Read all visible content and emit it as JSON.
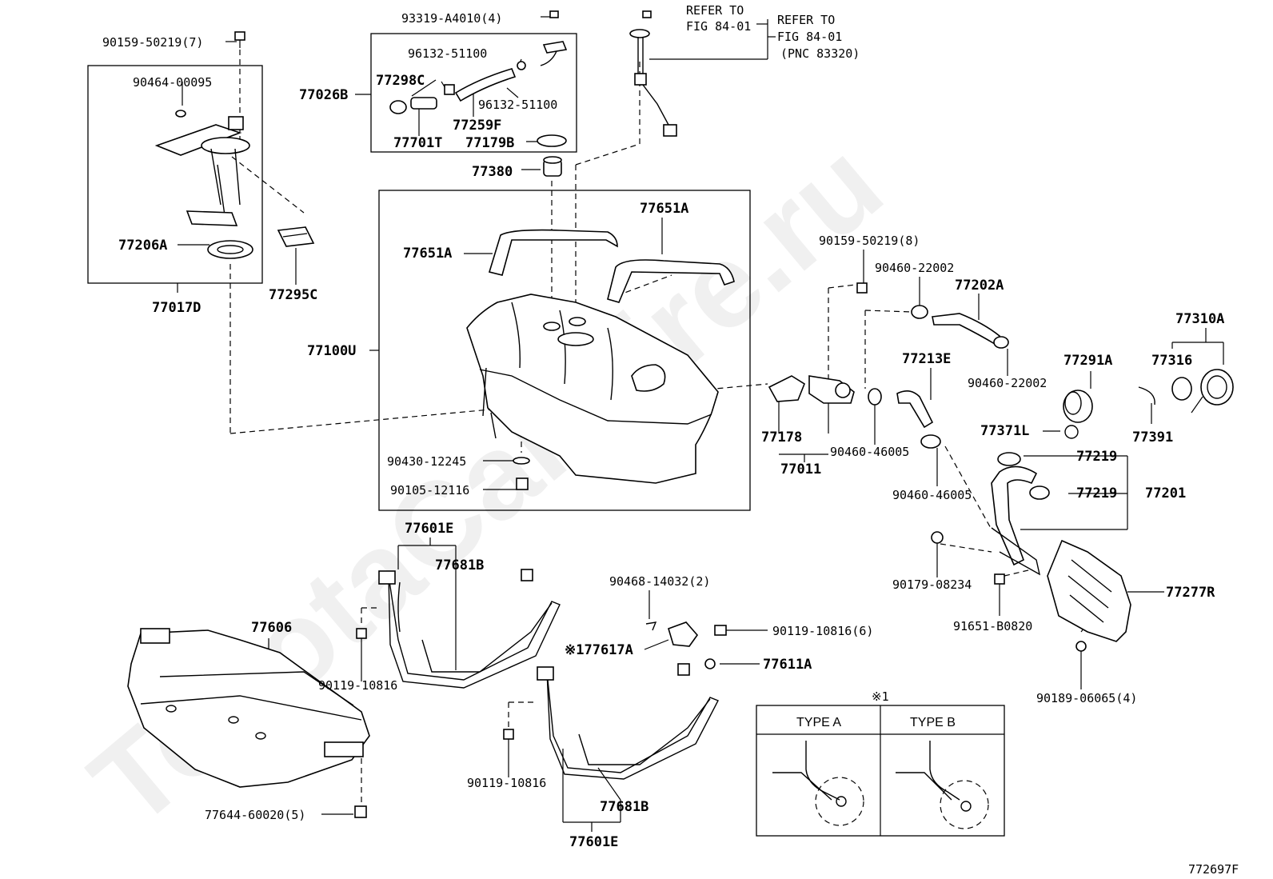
{
  "watermark": "ToyotaCarMire.ru",
  "figure_code": "772697F",
  "refer": {
    "ref1_line1": "REFER TO",
    "ref1_line2": "FIG 84-01",
    "ref2_line1": "REFER TO",
    "ref2_line2": "FIG 84-01",
    "ref2_line3": "(PNC 83320)"
  },
  "inset": {
    "mark": "※1",
    "type_a": "TYPE A",
    "type_b": "TYPE B"
  },
  "labels": {
    "p93319": "93319-A4010(4)",
    "p90159a": "90159-50219(7)",
    "p90464": "90464-00095",
    "p77206A": "77206A",
    "p77017D": "77017D",
    "p77295C": "77295C",
    "p96132a": "96132-51100",
    "p77298C": "77298C",
    "p77026B": "77026B",
    "p96132b": "96132-51100",
    "p77259F": "77259F",
    "p77701T": "77701T",
    "p77179B": "77179B",
    "p77380": "77380",
    "p77651Aa": "77651A",
    "p77651Ab": "77651A",
    "p77100U": "77100U",
    "p90430": "90430-12245",
    "p90105": "90105-12116",
    "p90159b": "90159-50219(8)",
    "p90460a": "90460-22002",
    "p77202A": "77202A",
    "p90460b": "90460-22002",
    "p77213E": "77213E",
    "p77178": "77178",
    "p77011": "77011",
    "p90460c": "90460-46005",
    "p90460d": "90460-46005",
    "p77291A": "77291A",
    "p77310A": "77310A",
    "p77316": "77316",
    "p77371L": "77371L",
    "p77391": "77391",
    "p77219a": "77219",
    "p77219b": "77219",
    "p77201": "77201",
    "p90179": "90179-08234",
    "p91651": "91651-B0820",
    "p77277R": "77277R",
    "p90189": "90189-06065(4)",
    "p77601Ea": "77601E",
    "p77681Ba": "77681B",
    "p77606": "77606",
    "p90119a": "90119-10816",
    "p90468": "90468-14032(2)",
    "p90119b": "90119-10816(6)",
    "p77617A": "※177617A",
    "p77611A": "77611A",
    "p90119c": "90119-10816",
    "p77681Bb": "77681B",
    "p77601Eb": "77601E",
    "p77644": "77644-60020(5)"
  }
}
